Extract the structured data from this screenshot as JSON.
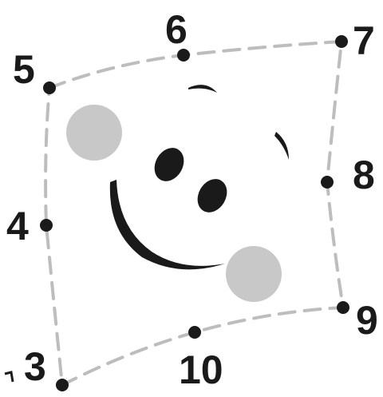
{
  "diagram": {
    "points": [
      {
        "id": "p5",
        "label": "5"
      },
      {
        "id": "p6",
        "label": "6"
      },
      {
        "id": "p7",
        "label": "7"
      },
      {
        "id": "p8",
        "label": "8"
      },
      {
        "id": "p9",
        "label": "9"
      },
      {
        "id": "p10",
        "label": "10"
      },
      {
        "id": "p3",
        "label": "3"
      },
      {
        "id": "p4",
        "label": "4"
      }
    ],
    "colors": {
      "ink": "#1a1a1a",
      "dash": "#bdbdbd",
      "cheek": "#c8c8c8"
    }
  }
}
